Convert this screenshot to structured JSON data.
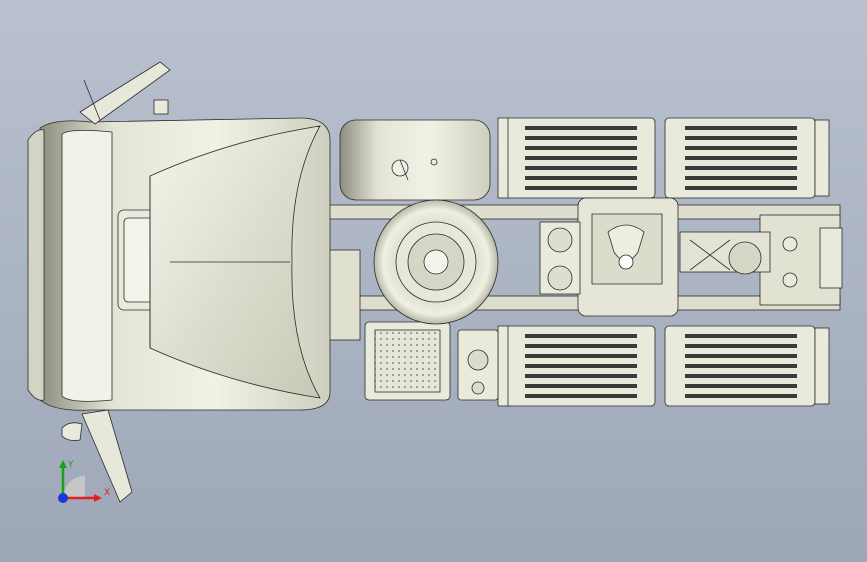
{
  "viewport": {
    "background_top": "#b9c1cf",
    "background_bottom": "#9ea7b7"
  },
  "model": {
    "view": "top",
    "body_color": "#e9e9dc",
    "shade_color": "#cfcfbf",
    "line_color": "#2b2b2b"
  },
  "triad": {
    "x_label": "X",
    "y_label": "Y",
    "x_color": "#e0201a",
    "y_color": "#1aa01a",
    "z_color": "#1a3ad8"
  }
}
